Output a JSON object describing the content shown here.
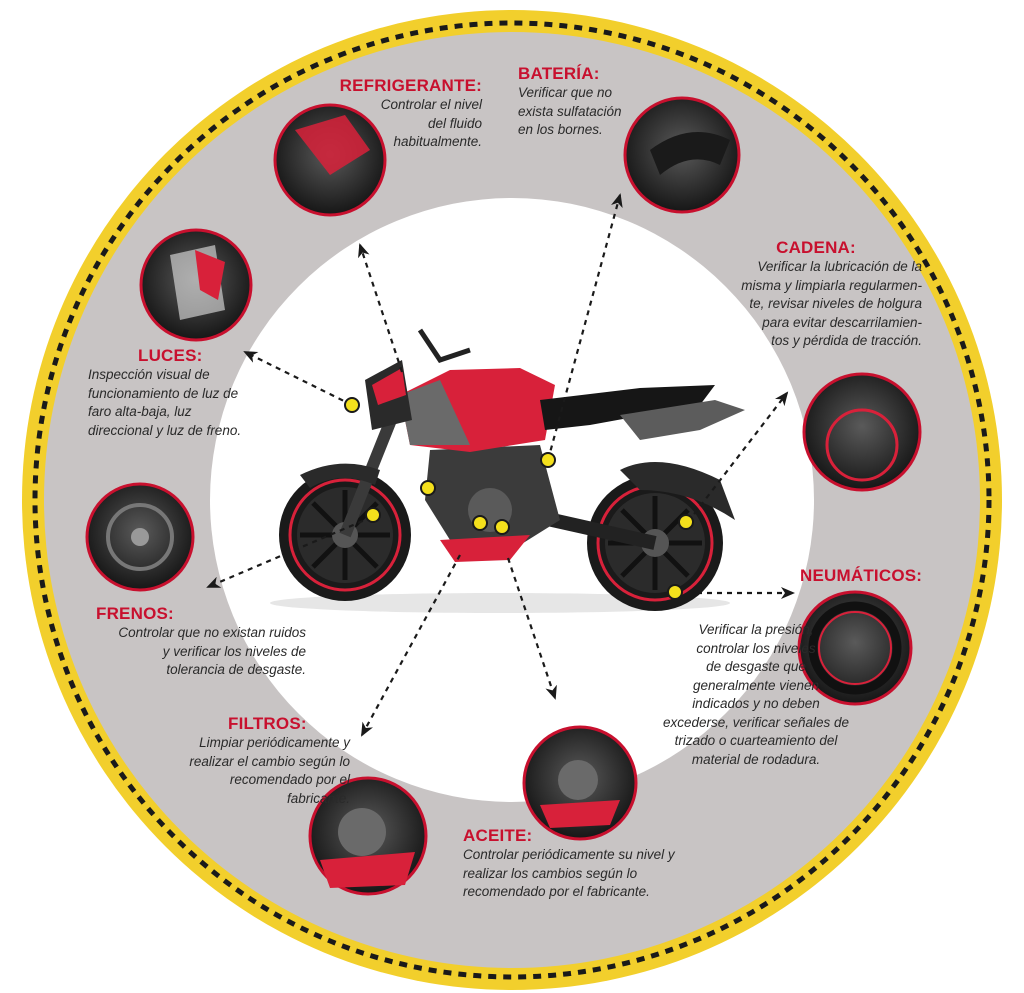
{
  "colors": {
    "ring_yellow": "#f2cf2c",
    "ring_gray": "#c8c4c4",
    "accent_red": "#c8102e",
    "dash": "#1a1a1a",
    "marker": "#f4e01c"
  },
  "sections": {
    "refrigerante": {
      "title": "REFRIGERANTE:",
      "text": "Controlar el nivel\ndel fluido\nhabitualmente."
    },
    "bateria": {
      "title": "BATERÍA:",
      "text": "Verificar que no\nexista sulfatación\nen los bornes."
    },
    "cadena": {
      "title": "CADENA:",
      "text": "Verificar la lubricación de la\nmisma y limpiarla regularmen-\nte, revisar niveles de holgura\npara evitar descarrilamien-\ntos y pérdida de tracción."
    },
    "luces": {
      "title": "LUCES:",
      "text": "Inspección visual de\nfuncionamiento de luz de\nfaro alta-baja, luz\ndireccional y luz de freno."
    },
    "frenos": {
      "title": "FRENOS:",
      "text": "Controlar que no existan ruidos\ny verificar los niveles de\ntolerancia de desgaste."
    },
    "neumaticos": {
      "title": "NEUMÁTICOS:",
      "text": "Verificar la presión,\ncontrolar los niveles\nde desgaste que\ngeneralmente vienen\nindicados y no deben\nexcederse, verificar señales de\ntrizado o cuarteamiento del\nmaterial de rodadura."
    },
    "filtros": {
      "title": "FILTROS:",
      "text": "Limpiar periódicamente y\nrealizar el cambio según lo\nrecomendado por el\nfabricante."
    },
    "aceite": {
      "title": "ACEITE:",
      "text": "Controlar periódicamente su nivel y\nrealizar los cambios según lo\nrecomendado por el fabricante."
    }
  }
}
